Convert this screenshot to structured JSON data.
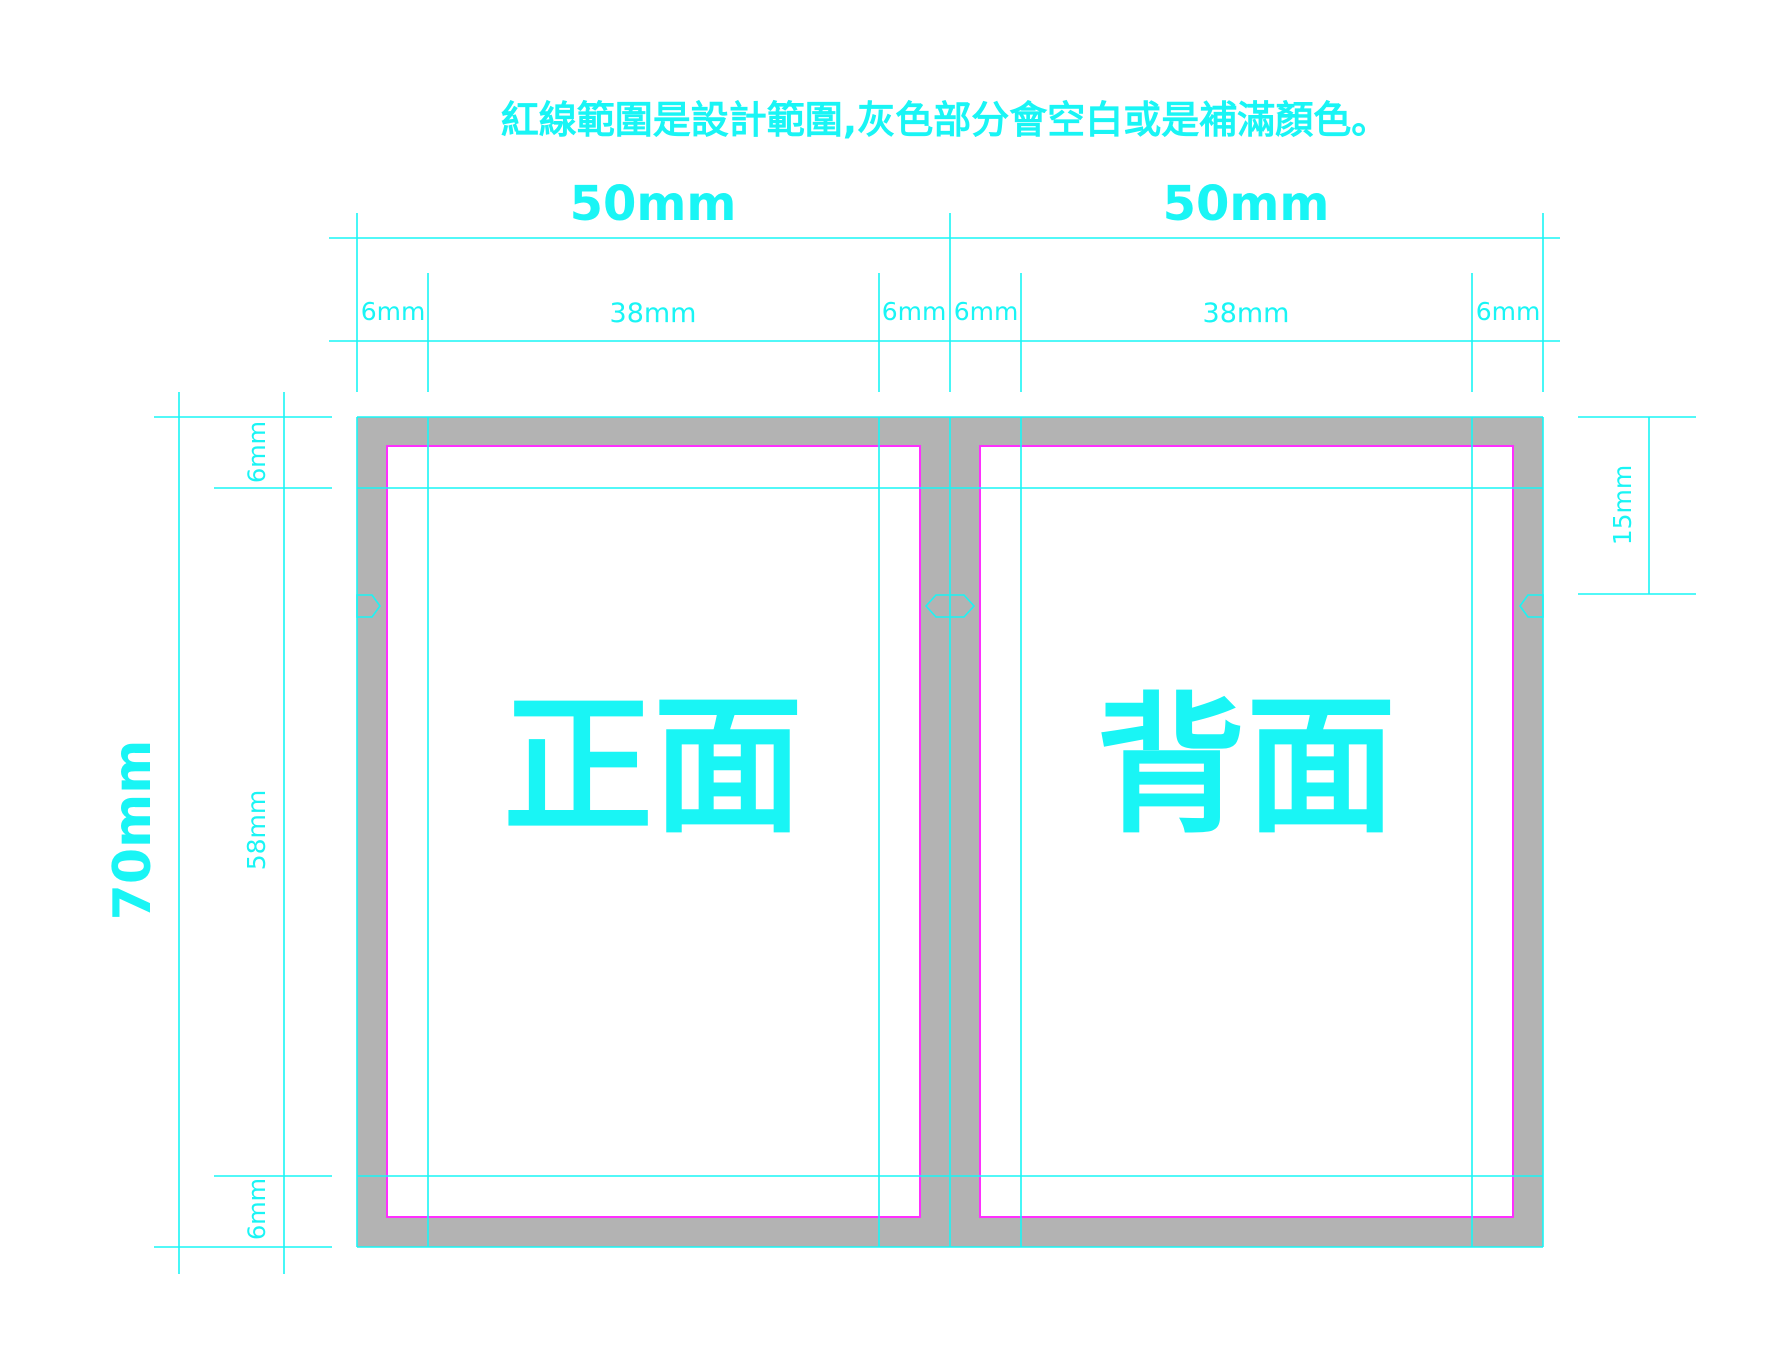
{
  "note": "紅線範圍是設計範圍,灰色部分會空白或是補滿顏色。",
  "width_left": "50mm",
  "width_right": "50mm",
  "segments_left": [
    "6mm",
    "38mm",
    "6mm"
  ],
  "segments_right": [
    "6mm",
    "38mm",
    "6mm"
  ],
  "height_total": "70mm",
  "segments_vertical": [
    "6mm",
    "58mm",
    "6mm"
  ],
  "right_dimension": "15mm",
  "front_label": "正面",
  "back_label": "背面",
  "colors": {
    "guide": "#19f5f5",
    "bleed_gray": "#b3b3b3",
    "design_border": "#ff2fff",
    "card_fill": "#ffffff"
  }
}
